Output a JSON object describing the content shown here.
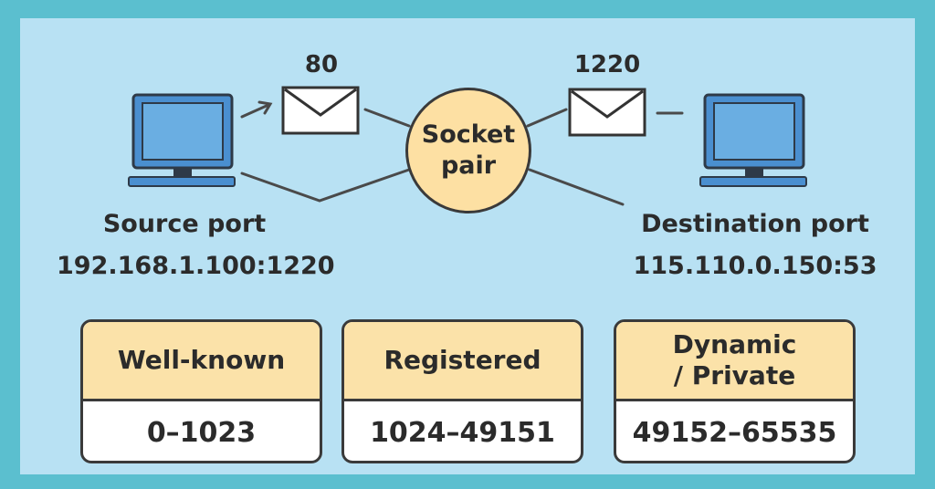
{
  "diagram": {
    "source": {
      "envelope_port": "80",
      "label": "Source port",
      "address": "192.168.1.100:1220"
    },
    "destination": {
      "envelope_port": "1220",
      "label": "Destination port",
      "address": "115.110.0.150:53"
    },
    "socket_pair": {
      "line1": "Socket",
      "line2": "pair"
    },
    "port_ranges": [
      {
        "name_line1": "Well-known",
        "name_line2": "",
        "range": "0–1023"
      },
      {
        "name_line1": "Registered",
        "name_line2": "",
        "range": "1024–49151"
      },
      {
        "name_line1": "Dynamic",
        "name_line2": "/ Private",
        "range": "49152–65535"
      }
    ]
  },
  "colors": {
    "outer_border": "#5bbfcf",
    "background": "#b8e1f3",
    "monitor_fill": "#4a8fd0",
    "socket_fill": "#fde0a3",
    "range_header_fill": "#fbe2a9",
    "stroke": "#3a3a3a"
  },
  "icons": [
    "computer-icon",
    "envelope-icon"
  ]
}
